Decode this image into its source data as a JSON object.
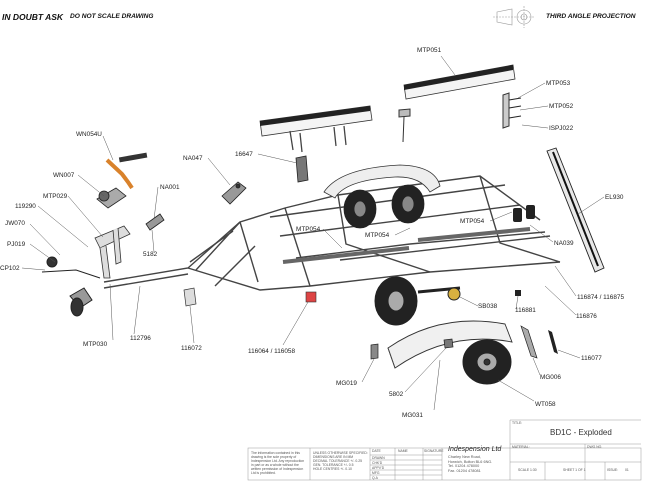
{
  "header": {
    "if_in_doubt": "IN DOUBT ASK",
    "do_not_scale": "DO NOT SCALE DRAWING",
    "projection": "THIRD ANGLE PROJECTION"
  },
  "callouts": [
    "MTP051",
    "MTP053",
    "MTP052",
    "ISPJ022",
    "WN054U",
    "16647",
    "NA047",
    "WN007",
    "MTP029",
    "NA001",
    "119290",
    "JW070",
    "PJ019",
    "CP102",
    "5182",
    "MTP054",
    "MTP054",
    "MTP054",
    "EL930",
    "NA039",
    "116874 / 116875",
    "116876",
    "116881",
    "SB038",
    "MTP030",
    "112796",
    "116072",
    "116064 / 116058",
    "116077",
    "MG006",
    "MG019",
    "5802",
    "MG031",
    "WT058"
  ],
  "title_block": {
    "drawing_title": "BD1C - Exploded",
    "company_name": "Indespension Ltd",
    "address_lines": [
      "Charley New Road,",
      "Horwich, Bolton BL6 6NG.",
      "Tel. 01204 478000",
      "Fax. 01204 478081"
    ],
    "title_label": "TITLE:",
    "material_label": "MATERIAL:",
    "dwg_no_label": "DWG.NO.",
    "scale": "SCALE 1:30",
    "sheet": "SHEET 1 OF 1",
    "issue_label": "ISSUE:",
    "issue_value": "01",
    "col_name": "NAME",
    "col_signature": "SIGNATURE",
    "col_date": "DATE",
    "notes": [
      "The information contained in this",
      "drawing is the sole property of",
      "Indespension Ltd. Any reproduction",
      "in part or as a whole without the",
      "written permission of Indespension",
      "Ltd is prohibited."
    ],
    "tolerances": [
      "UNLESS OTHERWISE SPECIFIED:",
      "DIMENSIONS ARE IN MM",
      "DECIMAL TOLERANCE +/- 0.25",
      "GEN. TOLERANCE +/- 0.5",
      "HOLE CENTRES +/- 0.10"
    ],
    "role_rows": [
      "DRAWN",
      "CHK'D",
      "APPV'D",
      "MFG",
      "Q.A"
    ]
  }
}
